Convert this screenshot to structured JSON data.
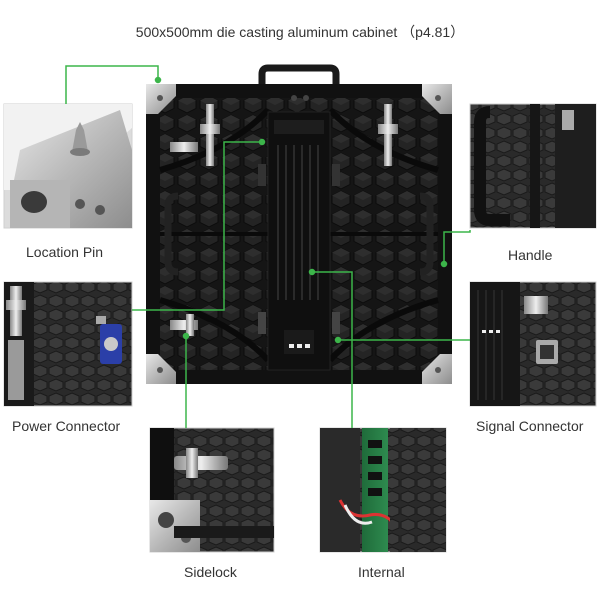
{
  "title": "500x500mm die casting aluminum cabinet （p4.81）",
  "callouts": {
    "location_pin": "Location Pin",
    "handle": "Handle",
    "power_connector": "Power Connector",
    "signal_connector": "Signal Connector",
    "sidelock": "Sidelock",
    "internal": "Internal"
  },
  "colors": {
    "leader_line": "#3cb54a",
    "cabinet": "#1c1c1c",
    "aluminum": "#c9c9c9"
  }
}
